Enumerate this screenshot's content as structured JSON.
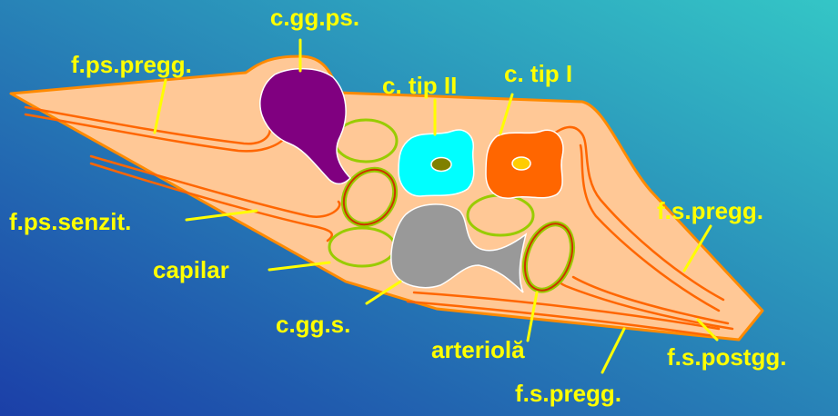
{
  "colors": {
    "bg_top_right": "#34C6C6",
    "bg_bottom_left": "#1B3FA8",
    "body_fill": "#FFC896",
    "body_stroke": "#FF8A00",
    "fiber": "#FF6600",
    "label": "#FFFF00",
    "parasympathetic_cell": "#800080",
    "type2_cell": "#00FFFF",
    "type1_cell": "#FF6600",
    "sympathetic_cell": "#999999",
    "capillary": "#99CC00",
    "arteriole_inner": "#CC3300"
  },
  "labels": {
    "c_gg_ps": "c.gg.ps.",
    "f_ps_pregg": "f.ps.pregg.",
    "c_tip_ii": "c. tip II",
    "c_tip_i": "c. tip I",
    "f_ps_senzit": "f.ps.senzit.",
    "f_s_pregg_right": "f.s.pregg.",
    "capilar": "capilar",
    "c_gg_s": "c.gg.s.",
    "arteriola": "arteriolă",
    "f_s_postgg": "f.s.postgg.",
    "f_s_pregg_bottom": "f.s.pregg."
  }
}
